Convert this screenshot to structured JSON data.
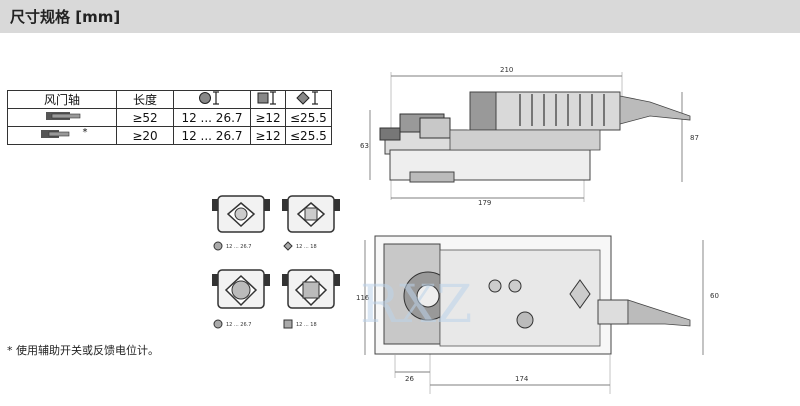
{
  "header": {
    "title": "尺寸规格 [mm]"
  },
  "table": {
    "headers": [
      "风门轴",
      "长度"
    ],
    "rows": [
      {
        "length": "≥52",
        "round": "12 ... 26.7",
        "square": "≥12",
        "diamond": "≤25.5",
        "note": ""
      },
      {
        "length": "≥20",
        "round": "12 ... 26.7",
        "square": "≥12",
        "diamond": "≤25.5",
        "note": "*"
      }
    ]
  },
  "clamps": {
    "labels": [
      "12 ... 26.7",
      "12 ... 18",
      "12 ... 26.7",
      "12 ... 18"
    ]
  },
  "dimensions": {
    "side_width": "210",
    "side_inner": "179",
    "side_height": "87",
    "side_left": "63",
    "top_height_left": "116",
    "top_height_right": "60",
    "top_left": "26",
    "top_width": "174"
  },
  "watermark": "RXZ",
  "footnote": "* 使用辅助开关或反馈电位计。"
}
